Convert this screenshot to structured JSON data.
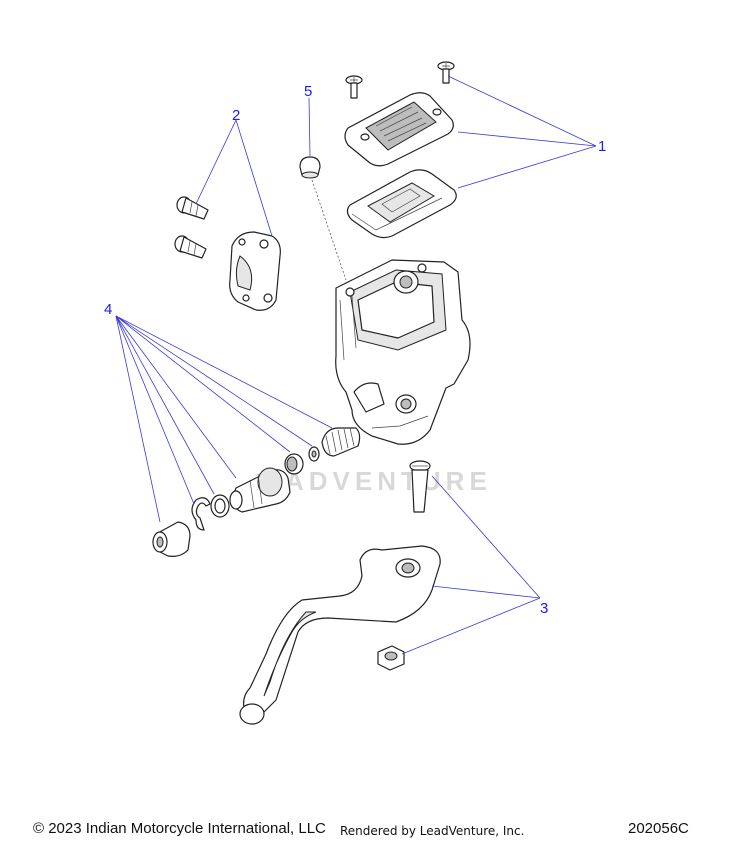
{
  "callouts": {
    "c1": "1",
    "c2": "2",
    "c3": "3",
    "c4": "4",
    "c5": "5"
  },
  "watermark": "ADVENTURE",
  "footer": {
    "copyright": "© 2023 Indian Motorcycle International, LLC",
    "rendered_by": "Rendered by LeadVenture, Inc.",
    "diagram_id": "202056C"
  },
  "colors": {
    "callout_text": "#1a1aff",
    "leader_line": "#3a3ad8"
  }
}
